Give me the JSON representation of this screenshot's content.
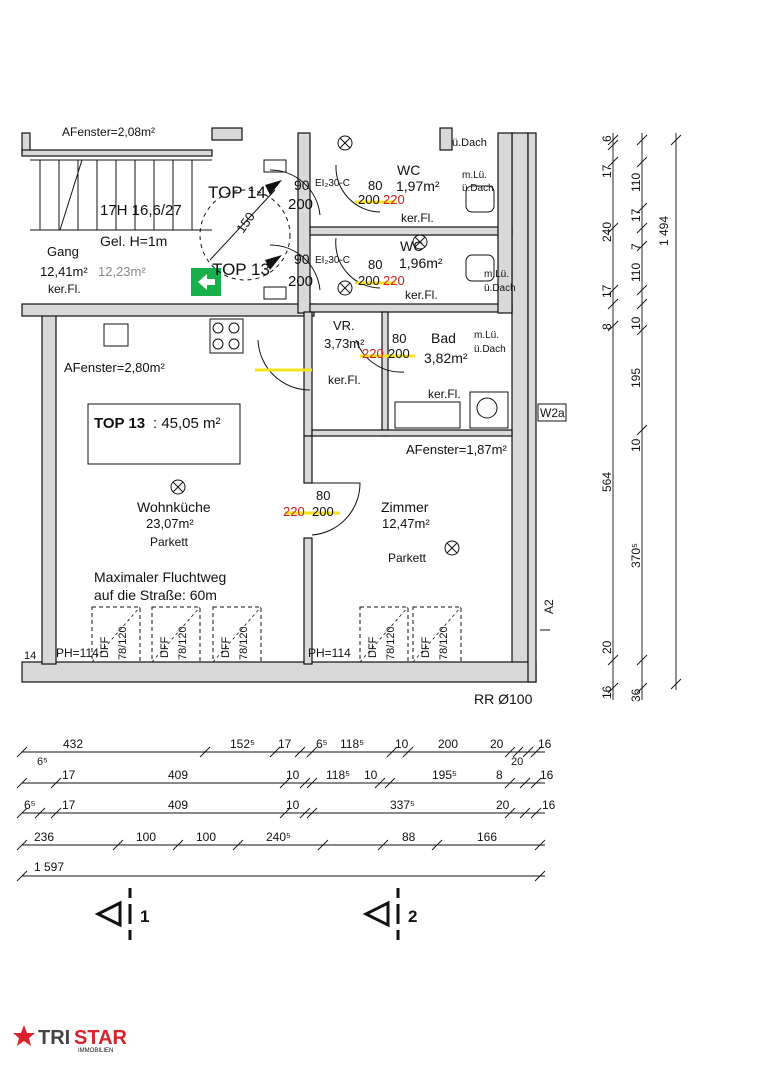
{
  "top_cut": "AFenster=2,08m²",
  "stair": {
    "label": "17H 16,6/27",
    "gel": "Gel. H=1m"
  },
  "gang": {
    "name": "Gang",
    "area": "12,41m²",
    "area2": "12,23m²",
    "floor": "ker.Fl."
  },
  "top14": {
    "label": "TOP 14",
    "d_w": "90",
    "d_h": "200",
    "el": "EI₂30-C"
  },
  "top13": {
    "label": "TOP 13",
    "d_w": "90",
    "d_h": "200",
    "el": "EI₂30-C"
  },
  "radius": "150",
  "wc1": {
    "name": "WC",
    "area": "1,97m²",
    "d_w": "80",
    "d_h": "200",
    "d_h_red": "220",
    "floor": "ker.Fl.",
    "vent1": "m.Lü.",
    "vent2": "ü.Dach",
    "top": "ü.Dach"
  },
  "wc2": {
    "name": "WC",
    "area": "1,96m²",
    "d_w": "80",
    "d_h": "200",
    "d_h_red": "220",
    "floor": "ker.Fl.",
    "vent1": "m.Lü.",
    "vent2": "ü.Dach"
  },
  "vr": {
    "name": "VR.",
    "area": "3,73m²",
    "floor": "ker.Fl.",
    "d_w": "80",
    "d_h": "200",
    "d_h_red": "220"
  },
  "bad": {
    "name": "Bad",
    "area": "3,82m²",
    "floor": "ker.Fl.",
    "d_w": "80",
    "d_h": "200",
    "d_h_red": "220",
    "vent1": "m.Lü.",
    "vent2": "ü.Dach",
    "fenster": "AFenster=1,87m²",
    "w2a": "W2a"
  },
  "wohnkueche": {
    "fenster": "AFenster=2,80m²",
    "top_label": "TOP 13",
    "top_area": ": 45,05 m²",
    "name": "Wohnküche",
    "area": "23,07m²",
    "floor": "Parkett",
    "flucht1": "Maximaler Fluchtweg",
    "flucht2": "auf die Straße: 60m",
    "ph": "PH=114",
    "door_w": "80",
    "door_h": "200",
    "door_h_red": "220",
    "num14": "14"
  },
  "zimmer": {
    "name": "Zimmer",
    "area": "12,47m²",
    "floor": "Parkett",
    "ph": "PH=114"
  },
  "windows": [
    {
      "a": "DFF",
      "b": "78/120"
    },
    {
      "a": "DFF",
      "b": "78/120"
    },
    {
      "a": "DFF",
      "b": "78/120"
    },
    {
      "a": "DFF",
      "b": "78/120"
    },
    {
      "a": "DFF",
      "b": "78/120"
    }
  ],
  "a2": "A2",
  "rr": "RR Ø100",
  "vdims": {
    "v1": "6",
    "v2": "17",
    "v3": "240",
    "v4": "17",
    "v5": "8",
    "v6": "564",
    "v7": "20",
    "v8": "16",
    "w1": "110",
    "w2": "17",
    "w3": "7",
    "w4": "110",
    "w5": "10",
    "w6": "195",
    "w7": "10",
    "w8": "370⁵",
    "w9": "36",
    "total": "1 494"
  },
  "hdims": {
    "row1": [
      "432",
      "152⁵",
      "17",
      "6⁵",
      "118⁵",
      "10",
      "200",
      "20",
      "16"
    ],
    "row1_sub": [
      "6⁵",
      "20"
    ],
    "row2": [
      "17",
      "409",
      "10",
      "118⁵",
      "10",
      "195⁵",
      "8",
      "16"
    ],
    "row3": [
      "6⁵",
      "17",
      "409",
      "10",
      "337⁵",
      "20",
      "16"
    ],
    "row4": [
      "236",
      "100",
      "100",
      "240⁵",
      "88",
      "166"
    ],
    "total": "1 597"
  },
  "sections": [
    "1",
    "2"
  ],
  "brand": {
    "name1": "TRI",
    "name2": "STAR",
    "sub": "IMMOBILIEN"
  },
  "colors": {
    "exit_sign": "#18b04a",
    "red_text": "#d21f1f",
    "door_yellow": "#f4e21a",
    "brand_red": "#d8232a"
  }
}
